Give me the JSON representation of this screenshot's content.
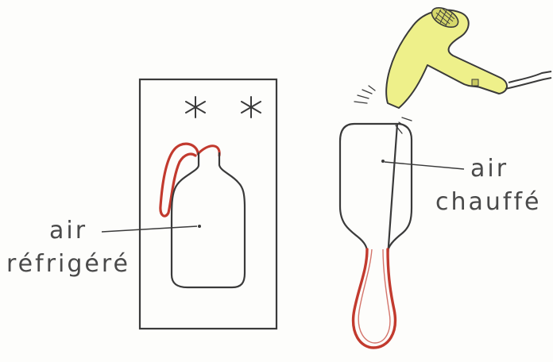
{
  "labels": {
    "cold_air_line1": "air",
    "cold_air_line2": "réfrigéré",
    "hot_air_line1": "air",
    "hot_air_line2": "chauffé",
    "freezer_marks": "✳ ✳"
  },
  "colors": {
    "ink": "#3a3a3a",
    "balloon_red": "#c23a2e",
    "dryer_yellow": "#eef08a",
    "paper": "#fdfdfb"
  },
  "icons": [
    "snowflake-icon",
    "hair-dryer-icon",
    "bottle-icon",
    "balloon-icon"
  ]
}
